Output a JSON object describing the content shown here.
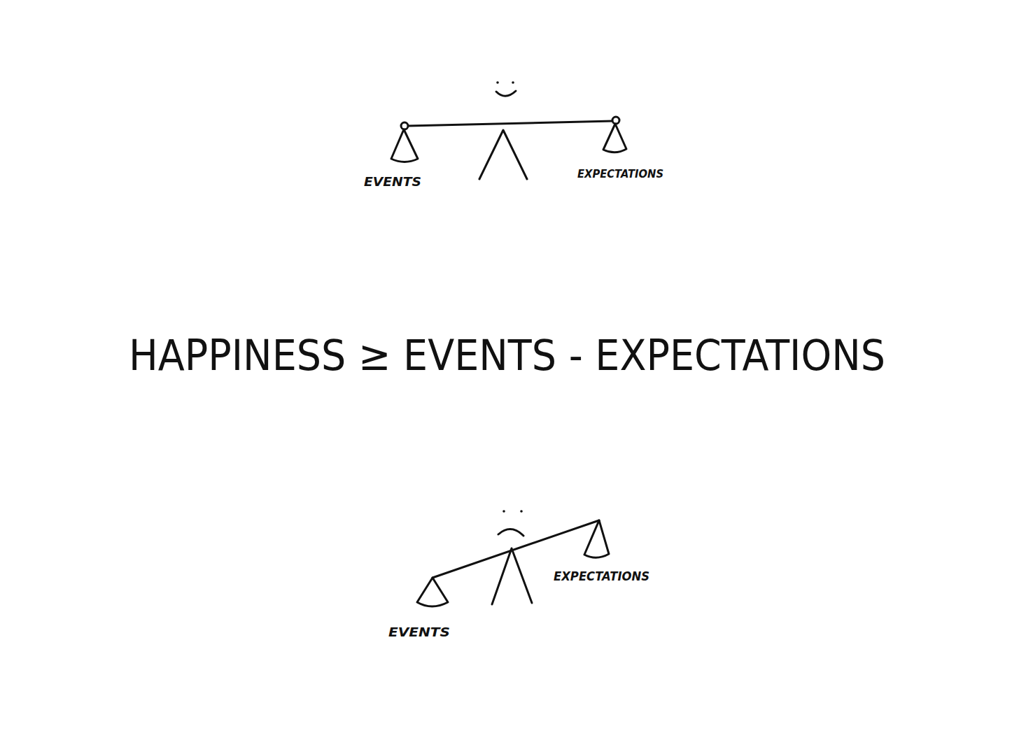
{
  "diagram": {
    "labels": [
      "EVENTS",
      "EXPECTATIONS",
      "HAPPINESS ≥ EVENTS - EXPECTATIONS",
      "EXPECTATIONS",
      "EVENTS"
    ]
  }
}
